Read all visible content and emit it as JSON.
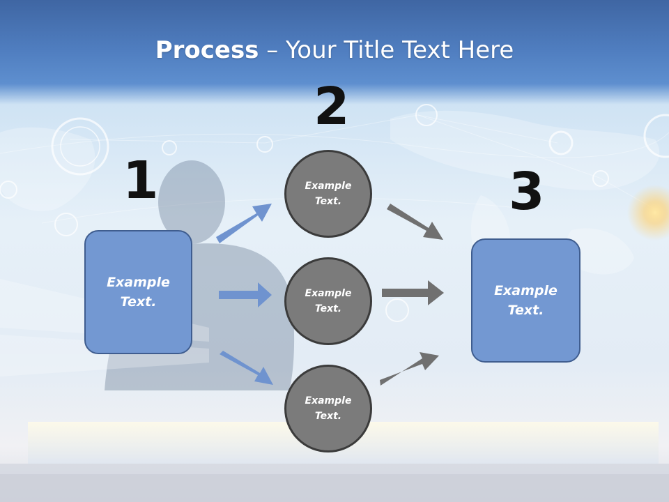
{
  "slide": {
    "title_bold": "Process",
    "title_rest": " – Your Title Text Here"
  },
  "steps": {
    "num1": "1",
    "num2": "2",
    "num3": "3"
  },
  "nodes": {
    "left_box": "Example\nText.",
    "circle_top": "Example\nText.",
    "circle_mid": "Example\nText.",
    "circle_bot": "Example\nText.",
    "right_box": "Example\nText."
  },
  "colors": {
    "blue_box": "#7398d2",
    "blue_arrow": "#6f93cf",
    "circle_fill": "#7b7b7b",
    "gray_arrow": "#707070"
  }
}
